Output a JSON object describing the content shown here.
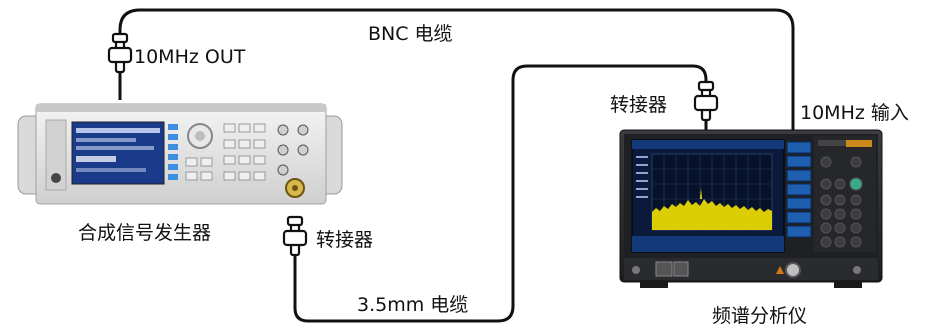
{
  "labels": {
    "bnc_cable": "BNC 电缆",
    "ref_out": "10MHz OUT",
    "adapter_top": "转接器",
    "ref_in": "10MHz 输入",
    "signal_generator": "合成信号发生器",
    "adapter_bottom": "转接器",
    "cable_35mm": "3.5mm 电缆",
    "spectrum_analyzer": "频谱分析仪"
  },
  "colors": {
    "cable": "#111111",
    "generator_body": "#e6e6e6",
    "generator_screen": "#1a3a8a",
    "generator_button": "#3a8fe0",
    "analyzer_body": "#2b2d31",
    "analyzer_screen": "#0b1a3a",
    "analyzer_trace": "#f2e200",
    "analyzer_softkey": "#1e5fb0",
    "adapter_gold": "#d8b84a"
  },
  "icons": {
    "adapter_connector": "adapter-connector-icon"
  }
}
